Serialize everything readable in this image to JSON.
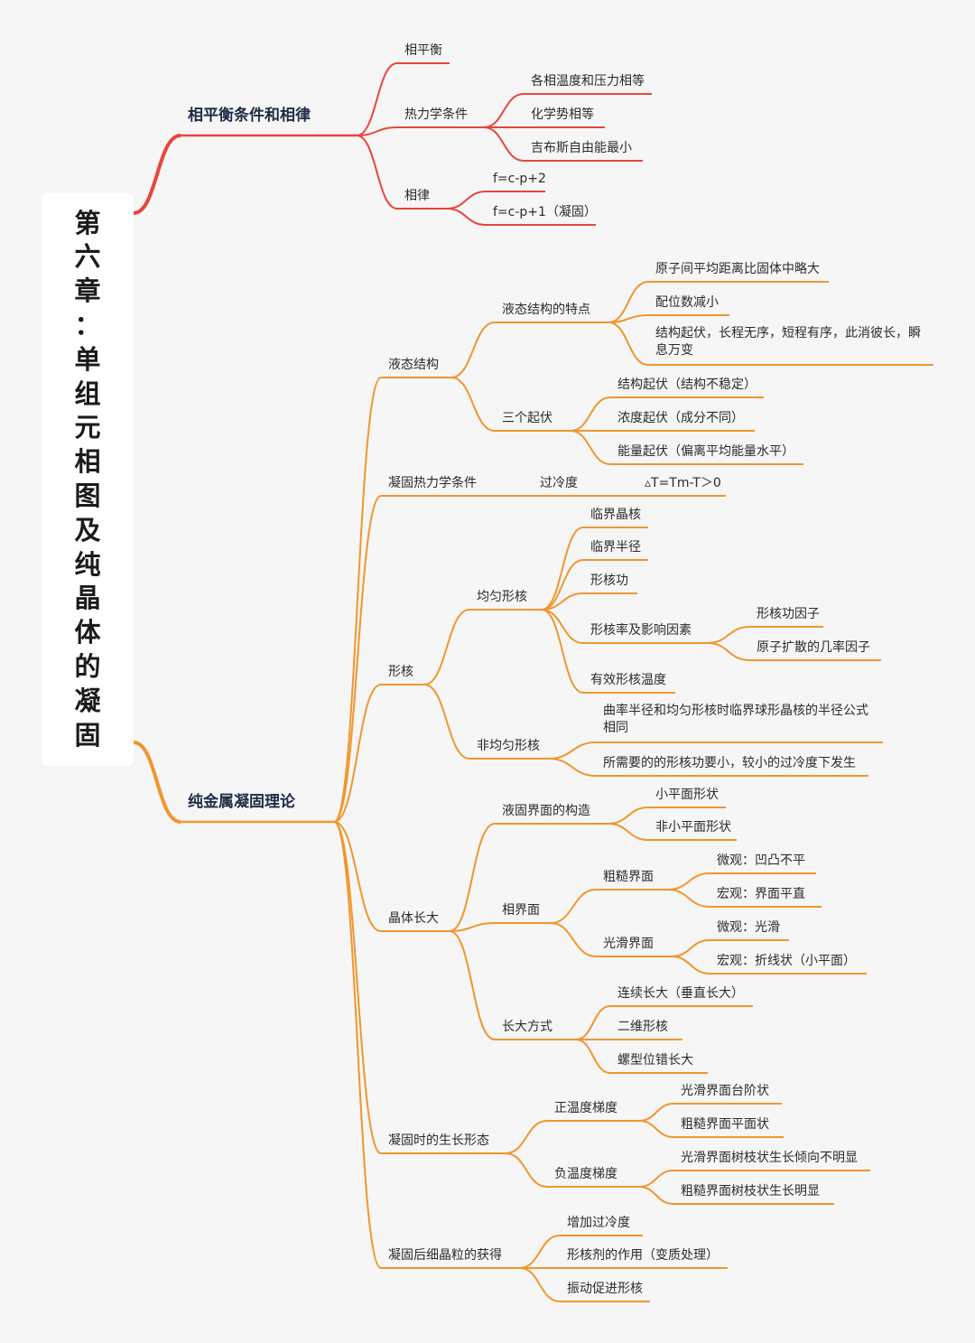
{
  "root": {
    "title": "第六章：单组元相图及纯晶体的凝固"
  },
  "colors": {
    "red_branch": "#e8453c",
    "orange_branch": "#f0962e",
    "background": "#f6f6f6"
  },
  "branches": {
    "phase_eq": {
      "label": "相平衡条件和相律",
      "n1": "相平衡",
      "n2": "热力学条件",
      "n2a": "各相温度和压力相等",
      "n2b": "化学势相等",
      "n2c": "吉布斯自由能最小",
      "n3": "相律",
      "n3a": "f=c-p+2",
      "n3b": "f=c-p+1（凝固）"
    },
    "solidify": {
      "label": "纯金属凝固理论",
      "liquid": "液态结构",
      "liquid_feat": "液态结构的特点",
      "lf1": "原子间平均距离比固体中略大",
      "lf2": "配位数减小",
      "lf3": "结构起伏，长程无序，短程有序，此消彼长，瞬息万变",
      "three_fluc": "三个起伏",
      "tf1": "结构起伏（结构不稳定）",
      "tf2": "浓度起伏（成分不同）",
      "tf3": "能量起伏（偏离平均能量水平）",
      "thermo": "凝固热力学条件",
      "undercool": "过冷度",
      "delta_t": "▵T=Tm-T＞0",
      "nucleation": "形核",
      "homo": "均匀形核",
      "h1": "临界晶核",
      "h2": "临界半径",
      "h3": "形核功",
      "h4": "形核率及影响因素",
      "h4a": "形核功因子",
      "h4b": "原子扩散的几率因子",
      "h5": "有效形核温度",
      "hetero": "非均匀形核",
      "he1": "曲率半径和均匀形核时临界球形晶核的半径公式相同",
      "he2": "所需要的的形核功要小，较小的过冷度下发生",
      "growth": "晶体长大",
      "interface": "液固界面的构造",
      "i1": "小平面形状",
      "i2": "非小平面形状",
      "phase_face": "相界面",
      "rough": "粗糙界面",
      "r1": "微观：凹凸不平",
      "r2": "宏观：界面平直",
      "smooth": "光滑界面",
      "s1": "微观：光滑",
      "s2": "宏观：折线状（小平面）",
      "mode": "长大方式",
      "m1": "连续长大（垂直长大）",
      "m2": "二维形核",
      "m3": "螺型位错长大",
      "morph": "凝固时的生长形态",
      "pos": "正温度梯度",
      "p1": "光滑界面台阶状",
      "p2": "粗糙界面平面状",
      "neg": "负温度梯度",
      "n1": "光滑界面树枝状生长倾向不明显",
      "n2": "粗糙界面树枝状生长明显",
      "fine": "凝固后细晶粒的获得",
      "f1": "增加过冷度",
      "f2": "形核剂的作用（变质处理）",
      "f3": "振动促进形核"
    }
  }
}
